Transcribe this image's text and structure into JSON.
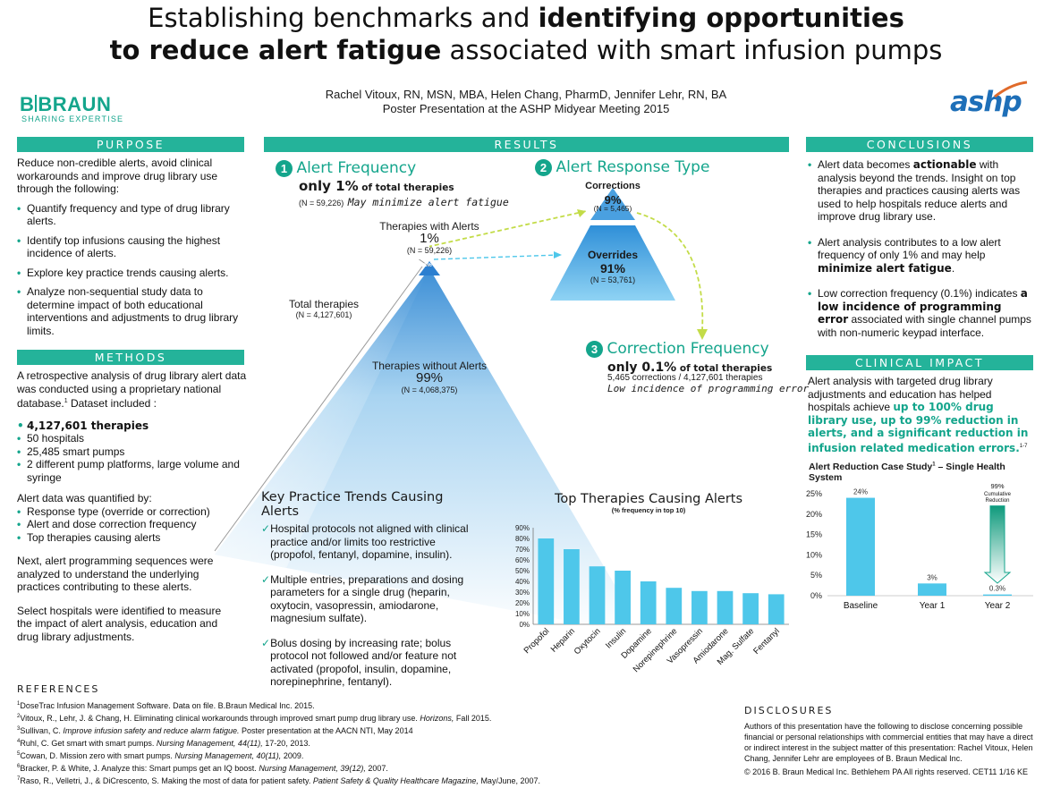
{
  "title": {
    "line1_plain": "Establishing benchmarks and ",
    "line1_bold": "identifying opportunities",
    "line2_bold": "to reduce alert fatigue",
    "line2_plain": " associated with smart infusion pumps"
  },
  "authors": "Rachel Vitoux, RN, MSN, MBA, Helen Chang, PharmD, Jennifer Lehr, RN, BA",
  "presentation": "Poster Presentation at the ASHP Midyear Meeting 2015",
  "logos": {
    "bbraun_main": "B",
    "bbraun_main2": "BRAUN",
    "bbraun_tagline": "SHARING EXPERTISE",
    "ashp": "ashp"
  },
  "purpose": {
    "heading": "PURPOSE",
    "intro": "Reduce non-credible alerts, avoid clinical workarounds and improve drug library use through the following:",
    "items": [
      "Quantify frequency and type of drug library alerts.",
      "Identify top infusions causing the highest incidence of alerts.",
      "Explore key practice trends causing alerts.",
      "Analyze non-sequential study data to determine impact of both educational interventions and adjustments to drug library limits."
    ]
  },
  "methods": {
    "heading": "METHODS",
    "intro": "A retrospective analysis of drug library alert data was conducted using a proprietary national database.",
    "intro_sup": "1",
    "intro_tail": " Dataset included :",
    "dataset": [
      "4,127,601 therapies",
      "50 hospitals",
      "25,485 smart pumps",
      "2 different pump platforms, large volume and syringe"
    ],
    "quantified_intro": "Alert data was quantified by:",
    "quantified": [
      "Response type (override or correction)",
      "Alert and dose correction frequency",
      "Top therapies causing alerts"
    ],
    "para2": "Next, alert programming sequences were analyzed to understand the underlying practices contributing to these alerts.",
    "para3": "Select hospitals were identified to measure the impact of alert analysis, education and drug library adjustments."
  },
  "results": {
    "heading": "RESULTS",
    "alert_frequency": {
      "number": "1",
      "title": "Alert Frequency",
      "big": "only 1%",
      "small": " of total therapies",
      "n": "(N = 59,226)",
      "note": "May minimize alert fatigue"
    },
    "pyramid": {
      "with_alerts_label": "Therapies with Alerts",
      "with_alerts_pct": "1%",
      "with_alerts_n": "(N = 59,226)",
      "apex_label": "1%",
      "total_label": "Total therapies",
      "total_n": "(N = 4,127,601)",
      "without_label": "Therapies without Alerts",
      "without_pct": "99%",
      "without_n": "(N = 4,068,375)"
    },
    "response_type": {
      "number": "2",
      "title": "Alert Response Type",
      "corrections_label": "Corrections",
      "corrections_pct": "9%",
      "corrections_n": "(N = 5,465)",
      "overrides_label": "Overrides",
      "overrides_pct": "91%",
      "overrides_n": "(N = 53,761)"
    },
    "correction_frequency": {
      "number": "3",
      "title": "Correction Frequency",
      "big": "only 0.1%",
      "small": " of total therapies",
      "detail": "5,465 corrections / 4,127,601 therapies",
      "note": "Low incidence of programming error"
    },
    "trends": {
      "heading": "Key Practice Trends Causing Alerts",
      "items": [
        "Hospital protocols not aligned with clinical practice and/or limits too restrictive (propofol, fentanyl, dopamine, insulin).",
        "Multiple entries, preparations and dosing parameters for a single drug (heparin, oxytocin, vasopressin, amiodarone, magnesium sulfate).",
        "Bolus dosing by increasing rate; bolus protocol not followed and/or feature not activated (propofol, insulin, dopamine, norepinephrine, fentanyl)."
      ]
    }
  },
  "chart_data": [
    {
      "type": "bar",
      "title": "Top Therapies Causing Alerts",
      "subtitle": "(% frequency in top 10)",
      "categories": [
        "Propofol",
        "Heparin",
        "Oxytocin",
        "Insulin",
        "Dopamine",
        "Norepinephrine",
        "Vasopressin",
        "Amiodarone",
        "Mag. Sulfate",
        "Fentanyl"
      ],
      "values": [
        80,
        70,
        54,
        50,
        40,
        34,
        31,
        31,
        29,
        28
      ],
      "ylim": [
        0,
        90
      ],
      "yticks": [
        "0%",
        "10%",
        "20%",
        "30%",
        "40%",
        "50%",
        "60%",
        "70%",
        "80%",
        "90%"
      ],
      "grid": false,
      "color": "#4ec7ea"
    },
    {
      "type": "bar",
      "title": "Alert Reduction Case Study",
      "title_sup": "1",
      "title_tail": " – Single Health System",
      "categories": [
        "Baseline",
        "Year 1",
        "Year 2"
      ],
      "values": [
        24,
        3,
        0.3
      ],
      "data_labels": [
        "24%",
        "3%",
        "0.3%"
      ],
      "ylim": [
        0,
        25
      ],
      "yticks": [
        "0%",
        "5%",
        "10%",
        "15%",
        "20%",
        "25%"
      ],
      "annotation": {
        "pct": "99%",
        "line1": "Cumulative",
        "line2": "Reduction"
      },
      "grid": false,
      "color": "#4ec7ea"
    }
  ],
  "conclusions": {
    "heading": "CONCLUSIONS",
    "items": [
      {
        "pre": "Alert data becomes ",
        "bold": "actionable",
        "post": " with analysis beyond the trends.  Insight on top therapies and practices causing alerts was used to help hospitals reduce alerts and improve drug library use."
      },
      {
        "pre": "Alert analysis contributes to a low alert frequency of only 1% and may help ",
        "bold": "minimize alert fatigue",
        "post": "."
      },
      {
        "pre": "Low correction frequency (0.1%) indicates ",
        "bold": "a low incidence of programming error",
        "post": " associated with single channel pumps with non-numeric keypad interface."
      }
    ]
  },
  "clinical_impact": {
    "heading": "CLINICAL IMPACT",
    "text": "Alert analysis with targeted drug library adjustments and education has helped hospitals achieve ",
    "highlight": "up to 100% drug library use, up to 99% reduction in alerts, and a significant reduction in infusion related medication errors.",
    "sup": "1-7"
  },
  "references": {
    "heading": "REFERENCES",
    "items": [
      {
        "n": "1",
        "plain": "DoseTrac Infusion Management Software. Data on file. B.Braun Medical Inc. 2015.",
        "ital": "",
        "tail": ""
      },
      {
        "n": "2",
        "plain": "Vitoux, R., Lehr, J. & Chang, H. Eliminating clinical workarounds through improved smart pump drug library use. ",
        "ital": "Horizons,",
        "tail": " Fall 2015."
      },
      {
        "n": "3",
        "plain": "Sullivan, C. ",
        "ital": "Improve infusion safety and reduce alarm fatigue.",
        "tail": " Poster presentation at the AACN NTI, May 2014"
      },
      {
        "n": "4",
        "plain": "Ruhl, C. Get smart with smart pumps. ",
        "ital": "Nursing Management, 44(11),",
        "tail": " 17-20, 2013."
      },
      {
        "n": "5",
        "plain": "Cowan, D. Mission zero with smart pumps. ",
        "ital": "Nursing Management, 40(11),",
        "tail": " 2009."
      },
      {
        "n": "6",
        "plain": "Bracker, P. & White, J. Analyze this: Smart pumps get an IQ boost. ",
        "ital": "Nursing Management, 39(12),",
        "tail": " 2007."
      },
      {
        "n": "7",
        "plain": "Raso, R., Velletri, J., & DiCrescento, S. Making the most of data for patient safety. ",
        "ital": "Patient Safety & Quality Healthcare Magazine,",
        "tail": " May/June, 2007."
      }
    ]
  },
  "disclosures": {
    "heading": "DISCLOSURES",
    "text": "Authors of this presentation have the following to disclose concerning possible financial or personal relationships with commercial entities that may have a direct or indirect interest in the subject matter of this presentation: Rachel Vitoux, Helen Chang, Jennifer Lehr are employees of B. Braun Medical Inc.",
    "copyright": "© 2016 B. Braun Medical Inc. Bethlehem PA All rights reserved. CET11 1/16 KE"
  },
  "colors": {
    "teal": "#24b39a",
    "teal_dark": "#14a58c",
    "bar_blue": "#4ec7ea",
    "pyramid_blue": "#7fc9ec",
    "arrow_green": "#b8d83c"
  },
  "icons": {
    "check": "checkmark-icon",
    "bullet": "bullet-icon"
  }
}
